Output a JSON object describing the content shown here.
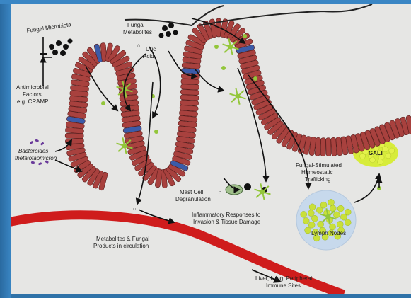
{
  "labels": {
    "fungal_microbiota": "Fungal Microbiota",
    "fungal_metabolites_1": "Fungal",
    "fungal_metabolites_2": "Metabolites",
    "uric_acid_1": "Uric",
    "uric_acid_2": "Acid",
    "antimicrobial_1": "Antimicrobial",
    "antimicrobial_2": "Factors",
    "antimicrobial_3": "e.g. CRAMP",
    "bacteroides_1": "Bacteroides",
    "bacteroides_2": "thetaiotaomicron",
    "galt": "GALT",
    "fungal_stimulated_1": "Fungal-Stimulated",
    "fungal_stimulated_2": "Homeostatic",
    "fungal_stimulated_3": "Trafficking",
    "mast_cell_1": "Mast Cell",
    "mast_cell_2": "Degranulation",
    "inflammatory_1": "Inflammatory Responses to",
    "inflammatory_2": "Invasion & Tissue Damage",
    "lymph_nodes": "Lymph Nodes",
    "metabolites_circ_1": "Metabolites & Fungal",
    "metabolites_circ_2": "Products in circulation",
    "liver_1": "Liver, Lung, Peripheral",
    "liver_2": "Immune Sites"
  },
  "colors": {
    "background": "#e6e6e4",
    "frame": "#2f72a8",
    "intestine_segment": "#a8413e",
    "intestine_stroke": "#5a1d1c",
    "tight_junction": "#3b5ba8",
    "immune_cell": "#93c63a",
    "fungal_spore": "#111111",
    "bacteria": "#6a3a9a",
    "blood_vessel": "#cf1c1c",
    "lymph_node": "#c7d9ec",
    "galt": "#d7ec3a"
  }
}
